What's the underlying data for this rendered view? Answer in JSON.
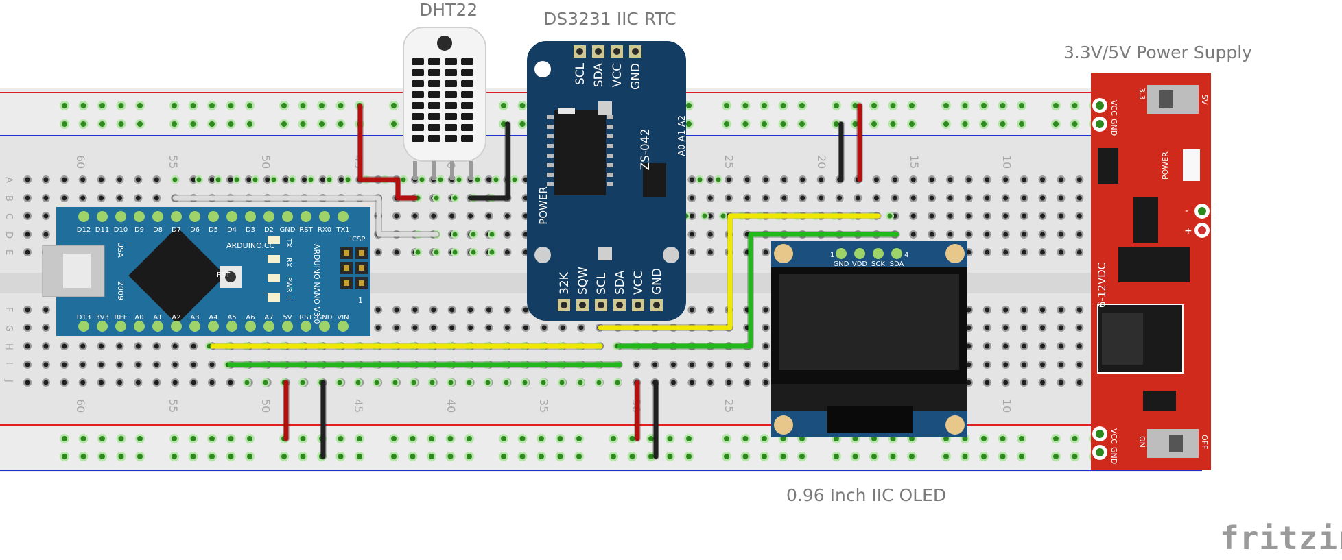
{
  "labels": {
    "dht22": "DHT22",
    "rtc": "DS3231 IIC RTC",
    "power": "3.3V/5V Power Supply",
    "oled": "0.96 Inch IIC OLED",
    "brand": "fritzing"
  },
  "breadboard": {
    "row_letters": [
      "A",
      "B",
      "C",
      "D",
      "E",
      "F",
      "G",
      "H",
      "I",
      "J"
    ],
    "column_numbers": [
      "60",
      "55",
      "50",
      "45",
      "40",
      "35",
      "30",
      "25",
      "20",
      "15",
      "10"
    ]
  },
  "nano": {
    "top_pins": [
      "D12",
      "D11",
      "D10",
      "D9",
      "D8",
      "D7",
      "D6",
      "D5",
      "D4",
      "D3",
      "D2",
      "GND",
      "RST",
      "RX0",
      "TX1"
    ],
    "bottom_pins": [
      "D13",
      "3V3",
      "REF",
      "A0",
      "A1",
      "A2",
      "A3",
      "A4",
      "A5",
      "A6",
      "A7",
      "5V",
      "RST",
      "GND",
      "VIN"
    ],
    "brand_text": "ARDUINO.CC",
    "model_text": "ARDUINO NANO V3.0",
    "usa": "USA",
    "year": "2009",
    "rst": "RST",
    "icsp": "ICSP",
    "leds": [
      "TX",
      "RX",
      "PWR",
      "L"
    ],
    "icsp_num": "1"
  },
  "rtc": {
    "top_pins": [
      "SCL",
      "SDA",
      "VCC",
      "GND"
    ],
    "bottom_pins": [
      "32K",
      "SQW",
      "SCL",
      "SDA",
      "VCC",
      "GND"
    ],
    "chip_code": "ZS-042",
    "addr_pins": "A0 A1 A2",
    "power_label": "POWER"
  },
  "oled": {
    "pins": [
      "GND",
      "VDD",
      "SCK",
      "SDA"
    ],
    "pin_first": "1",
    "pin_last": "4"
  },
  "power_supply": {
    "top_labels": [
      "VCC",
      "GND"
    ],
    "bottom_labels": [
      "VCC",
      "GND"
    ],
    "switch_top": [
      "3.3",
      "5V"
    ],
    "switch_bottom": [
      "ON",
      "OFF"
    ],
    "power_text": "POWER",
    "vdc_text": "6-12VDC",
    "plus": "+",
    "minus": "-"
  },
  "colors": {
    "red_wire": "#b51010",
    "black_wire": "#202020",
    "yellow_wire": "#f0e800",
    "green_wire": "#22b81c",
    "white_wire": "#dcdcdc",
    "nano_board": "#1f6e9c",
    "rtc_board": "#133d63",
    "oled_board": "#1b4f7d",
    "psu_board": "#cf2a1c",
    "breadboard": "#e4e4e4",
    "rail_red": "#e02020",
    "rail_blue": "#2030d0"
  }
}
